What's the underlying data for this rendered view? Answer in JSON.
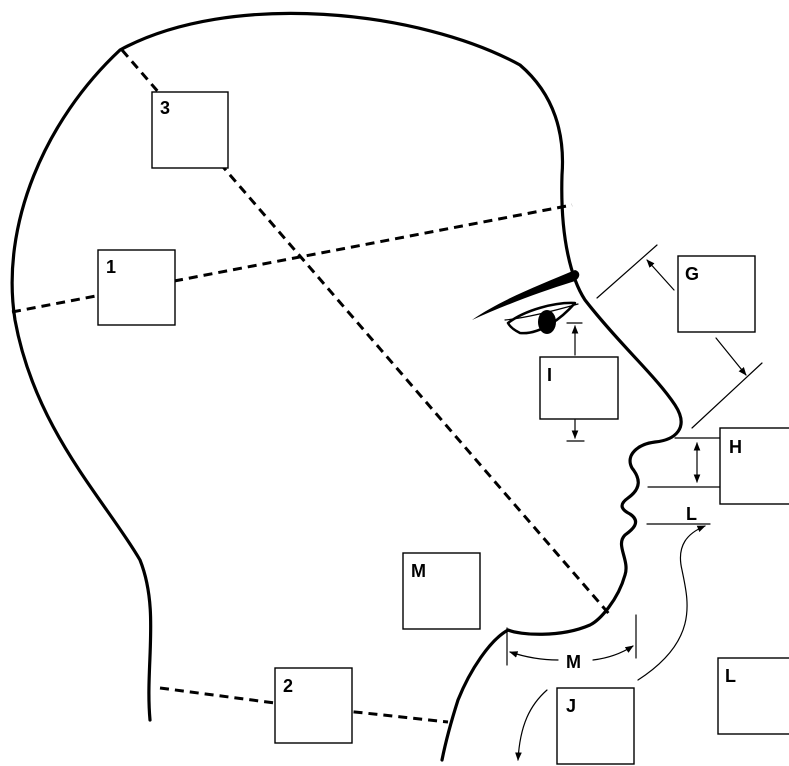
{
  "measurement_boxes": {
    "box_1": "1",
    "box_2": "2",
    "box_3": "3",
    "box_g": "G",
    "box_h": "H",
    "box_i": "I",
    "box_j": "J",
    "box_l": "L",
    "box_m": "M"
  },
  "inline_labels": {
    "lip_to_chin": "L",
    "jaw_width": "M"
  }
}
